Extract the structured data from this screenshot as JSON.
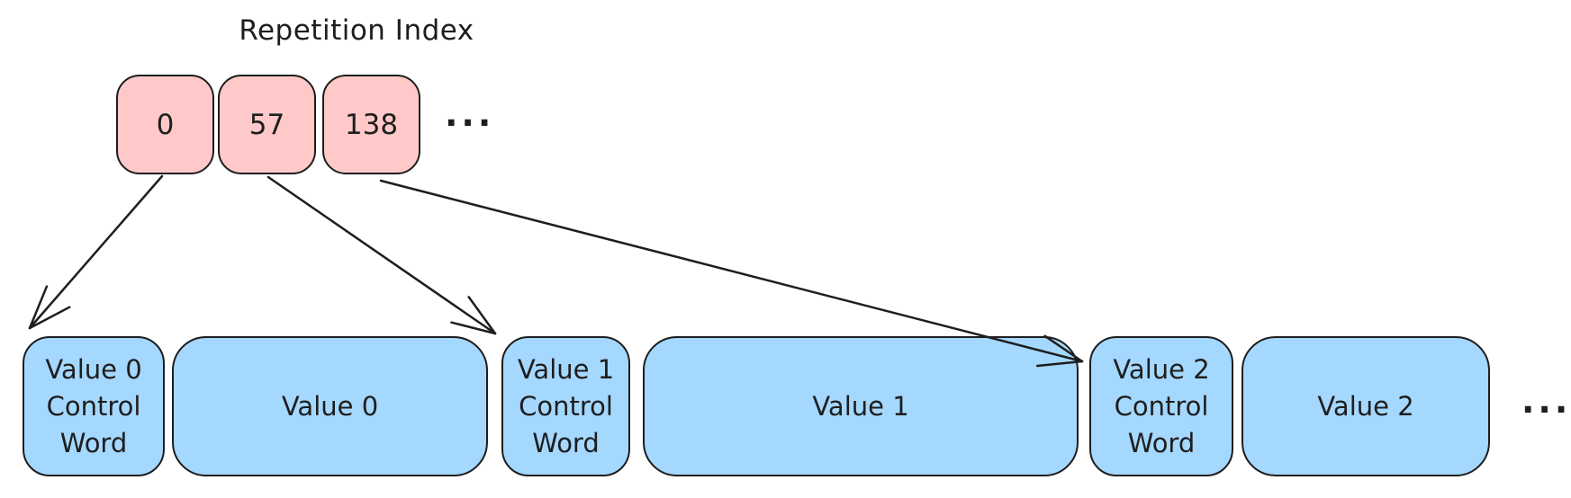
{
  "colors": {
    "background": "#ffffff",
    "index_cell_fill": "#ffc9c9",
    "block_fill": "#a5d8ff",
    "stroke": "#1e1e1e",
    "text": "#1e1e1e"
  },
  "title": "Repetition Index",
  "repetition_index": {
    "cells": [
      "0",
      "57",
      "138"
    ],
    "ellipsis": "..."
  },
  "value_stream": {
    "blocks": [
      {
        "label": "Value 0\nControl\nWord",
        "kind": "control"
      },
      {
        "label": "Value 0",
        "kind": "value"
      },
      {
        "label": "Value 1\nControl\nWord",
        "kind": "control"
      },
      {
        "label": "Value 1",
        "kind": "value"
      },
      {
        "label": "Value 2\nControl\nWord",
        "kind": "control"
      },
      {
        "label": "Value 2",
        "kind": "value"
      }
    ],
    "ellipsis": "..."
  },
  "arrows": [
    {
      "from": "repetition-index-cell-0",
      "to": "value-0-control-word-block"
    },
    {
      "from": "repetition-index-cell-1",
      "to": "value-1-control-word-block"
    },
    {
      "from": "repetition-index-cell-2",
      "to": "value-2-control-word-block"
    }
  ]
}
